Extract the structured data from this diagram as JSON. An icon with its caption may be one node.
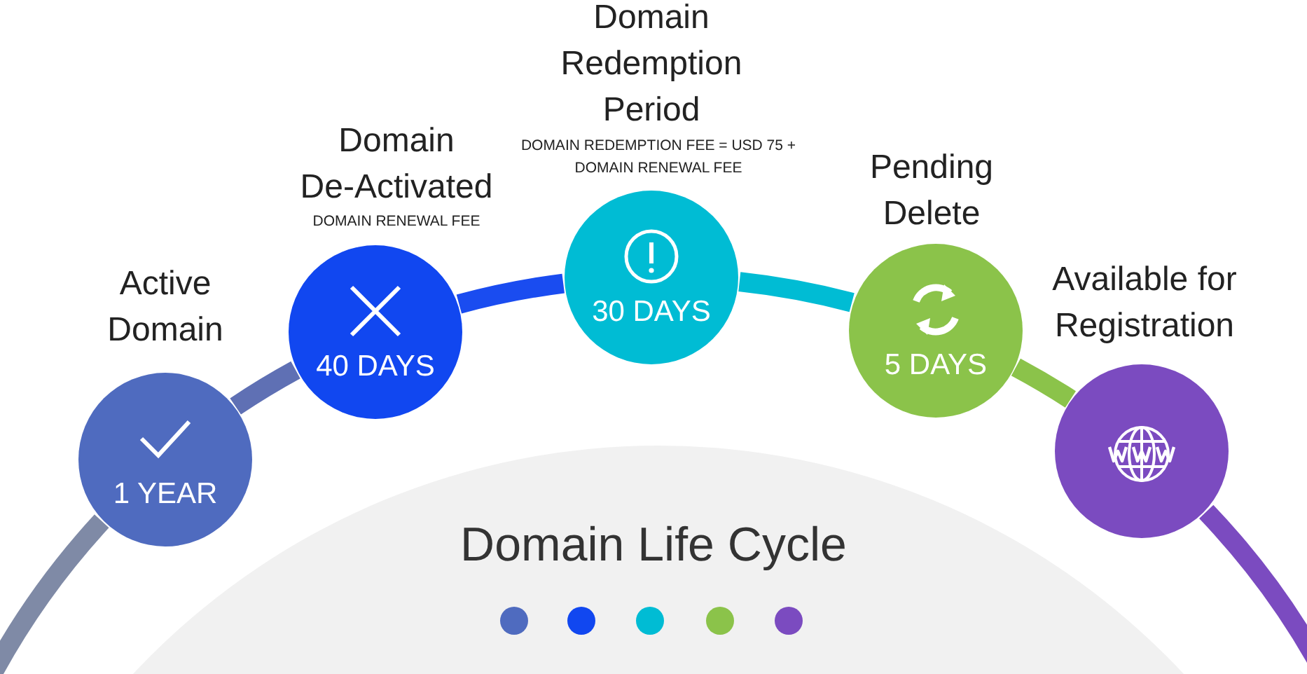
{
  "diagram": {
    "title": "Domain Life Cycle",
    "nodes": [
      {
        "text": [
          "1 YEAR"
        ],
        "beside": [
          "Active Domain"
        ]
      },
      {
        "text": [
          "40 DAYS"
        ],
        "beside": [
          "Domain De-Activated",
          "DOMAIN RENEWAL FEE"
        ]
      },
      {
        "text": [
          "30 DAYS"
        ],
        "beside": [
          "Domain Redemption Period",
          "DOMAIN REDEMPTION FEE = USD 75 + DOMAIN RENEWAL FEE"
        ]
      },
      {
        "text": [
          "5 DAYS"
        ],
        "beside": [
          "Pending Delete"
        ]
      },
      {
        "text": [],
        "shape": "circle",
        "beside": [
          "Available for Registration"
        ]
      }
    ],
    "edges": [
      {
        "from": null,
        "to": 0,
        "arrow": "none",
        "color": "#7f8aa6"
      },
      {
        "from": 0,
        "to": 1,
        "arrow": "none",
        "color": "#5f70b4"
      },
      {
        "from": 1,
        "to": 2,
        "arrow": "none",
        "color": "#1a4cf0"
      },
      {
        "from": 2,
        "to": 3,
        "arrow": "none",
        "color": "#00bcd4"
      },
      {
        "from": 3,
        "to": 4,
        "arrow": "none",
        "color": "#8bc34a"
      },
      {
        "from": 4,
        "to": null,
        "arrow": "none",
        "color": "#7b4bc0"
      }
    ]
  }
}
